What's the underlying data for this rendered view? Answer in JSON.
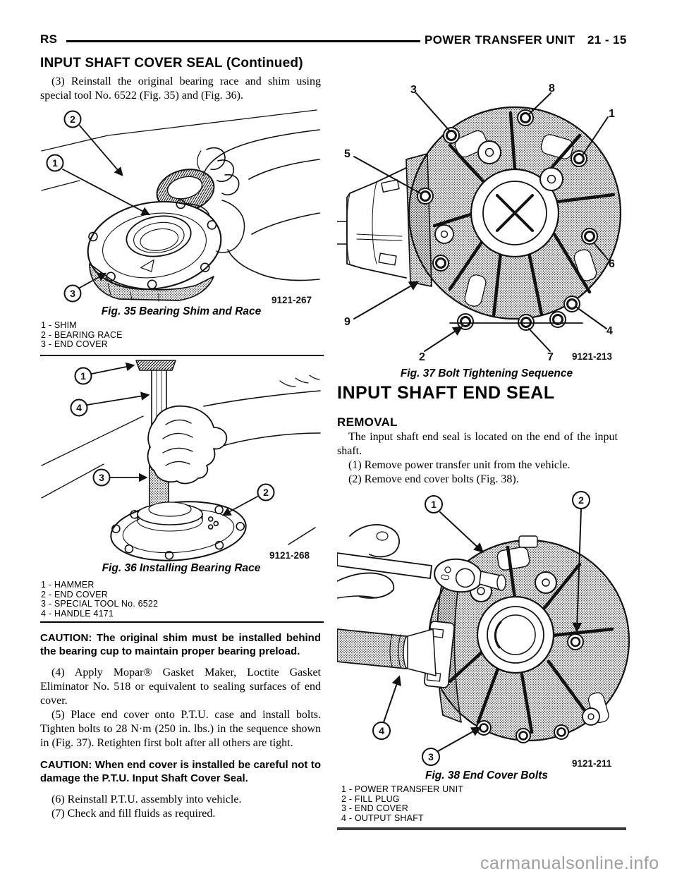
{
  "header": {
    "left": "RS",
    "right": "POWER TRANSFER UNIT",
    "page_num": "21 - 15"
  },
  "section_heading": "INPUT SHAFT COVER SEAL (Continued)",
  "left_column": {
    "step3": "(3) Reinstall the original bearing race and shim using special tool No. 6522 (Fig. 35) and (Fig. 36).",
    "fig35": {
      "caption": "Fig. 35 Bearing Shim and Race",
      "code": "9121-267",
      "callouts": [
        "1",
        "2",
        "3"
      ],
      "legend": [
        "1 - SHIM",
        "2 - BEARING RACE",
        "3 - END COVER"
      ]
    },
    "fig36": {
      "caption": "Fig. 36 Installing Bearing Race",
      "code": "9121-268",
      "callouts": [
        "1",
        "2",
        "3",
        "4"
      ],
      "legend": [
        "1 - HAMMER",
        "2 - END COVER",
        "3 - SPECIAL TOOL No. 6522",
        "4 - HANDLE 4171"
      ]
    },
    "caution1": "CAUTION: The original shim must be installed behind the bearing cup to maintain proper bearing preload.",
    "step4": "(4) Apply Mopar® Gasket Maker, Loctite Gasket Eliminator No. 518 or equivalent to sealing surfaces of end cover.",
    "step5": "(5) Place end cover onto P.T.U. case and install bolts. Tighten bolts to 28 N·m (250 in. lbs.) in the sequence shown in (Fig. 37). Retighten first bolt after all others are tight.",
    "caution2": "CAUTION: When end cover is installed be careful not to damage the P.T.U. Input Shaft Cover Seal.",
    "step6": "(6) Reinstall P.T.U. assembly into vehicle.",
    "step7": "(7) Check and fill fluids as required."
  },
  "right_column": {
    "fig37": {
      "caption": "Fig. 37 Bolt Tightening Sequence",
      "code": "9121-213",
      "callouts": [
        "1",
        "2",
        "3",
        "4",
        "5",
        "6",
        "7",
        "8",
        "9"
      ]
    },
    "heading": "INPUT SHAFT END SEAL",
    "subheading": "REMOVAL",
    "removal_intro": "The input shaft end seal is located on the end of the input shaft.",
    "step1": "(1) Remove power transfer unit from the vehicle.",
    "step2": "(2) Remove end cover bolts (Fig. 38).",
    "fig38": {
      "caption": "Fig. 38 End Cover Bolts",
      "code": "9121-211",
      "callouts": [
        "1",
        "2",
        "3",
        "4"
      ],
      "legend": [
        "1 - POWER TRANSFER UNIT",
        "2 - FILL PLUG",
        "3 - END COVER",
        "4 - OUTPUT SHAFT"
      ]
    }
  },
  "watermark": "carmanualsonline.info",
  "colors": {
    "ink": "#000000",
    "watermark_gray": "#9e9e9e"
  }
}
